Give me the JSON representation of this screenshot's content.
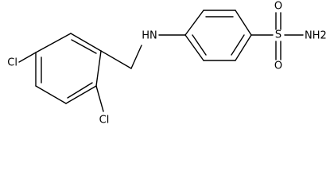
{
  "structure": {
    "atoms": {
      "cl_left": "Cl",
      "cl_bottom": "Cl",
      "amine_nh": "HN",
      "sulfur": "S",
      "oxygen_top": "O",
      "oxygen_bottom": "O",
      "sulfonamide_nh2": "NH2"
    }
  }
}
